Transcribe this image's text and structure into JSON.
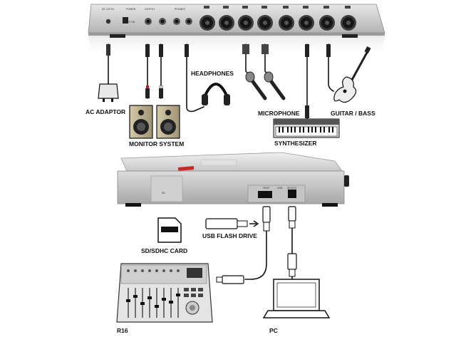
{
  "labels": {
    "ac_adaptor": "AC ADAPTOR",
    "monitor_system": "MONITOR SYSTEM",
    "headphones": "HEADPHONES",
    "microphone": "MICROPHONE",
    "guitar_bass": "GUITAR / BASS",
    "synthesizer": "SYNTHESIZER",
    "usb_flash_drive": "USB FLASH DRIVE",
    "sd_card": "SD/SDHC CARD",
    "r16": "R16",
    "pc": "PC"
  },
  "panel_markings": {
    "dc_in": "DC 12V IN",
    "power": "POWER",
    "output": "OUTPUT",
    "phones": "PHONES",
    "on": "ON",
    "off": "OFF",
    "host": "HOST",
    "usb": "USB",
    "device": "DEVICE",
    "sd_logo": "SD"
  }
}
